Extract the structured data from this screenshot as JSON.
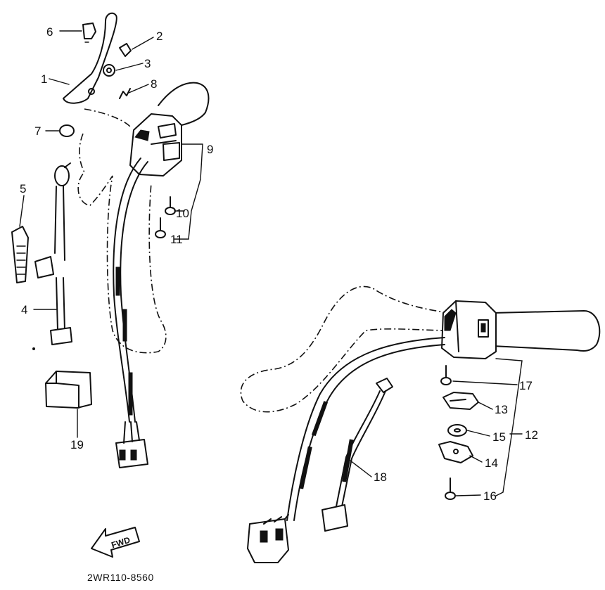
{
  "diagram": {
    "drawing_code": "2WR110-8560",
    "fwd_label": "FWD",
    "callouts": {
      "c1": "1",
      "c2": "2",
      "c3": "3",
      "c4": "4",
      "c5": "5",
      "c6": "6",
      "c7": "7",
      "c8": "8",
      "c9": "9",
      "c10": "10",
      "c11": "11",
      "c12": "12",
      "c13": "13",
      "c14": "14",
      "c15": "15",
      "c16": "16",
      "c17": "17",
      "c18": "18",
      "c19": "19"
    }
  }
}
